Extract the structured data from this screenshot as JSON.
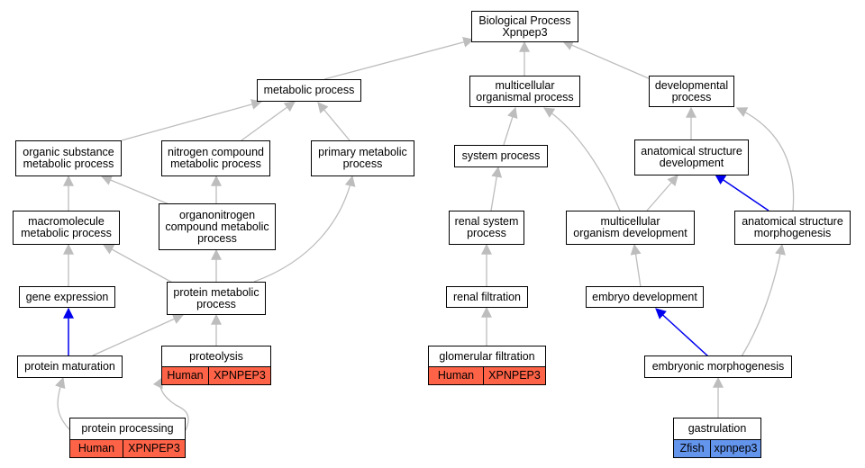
{
  "colors": {
    "edge": "#bdbdbd",
    "edge_highlight": "#0000ee",
    "human": "#ff6347",
    "zfish": "#6495ed"
  },
  "nodes": {
    "root": {
      "line1": "Biological Process",
      "line2": "Xpnpep3"
    },
    "metabolic_process": {
      "label": "metabolic process"
    },
    "multicellular_organismal_process": {
      "line1": "multicellular",
      "line2": "organismal process"
    },
    "developmental_process": {
      "line1": "developmental",
      "line2": "process"
    },
    "organic_substance_metabolic_process": {
      "line1": "organic substance",
      "line2": "metabolic process"
    },
    "nitrogen_compound_metabolic_process": {
      "line1": "nitrogen compound",
      "line2": "metabolic process"
    },
    "primary_metabolic_process": {
      "line1": "primary metabolic",
      "line2": "process"
    },
    "system_process": {
      "label": "system process"
    },
    "anatomical_structure_development": {
      "line1": "anatomical structure",
      "line2": "development"
    },
    "macromolecule_metabolic_process": {
      "line1": "macromolecule",
      "line2": "metabolic process"
    },
    "organonitrogen_compound_metabolic_process": {
      "line1": "organonitrogen",
      "line2": "compound metabolic",
      "line3": "process"
    },
    "renal_system_process": {
      "line1": "renal system",
      "line2": "process"
    },
    "multicellular_organism_development": {
      "line1": "multicellular",
      "line2": "organism development"
    },
    "anatomical_structure_morphogenesis": {
      "line1": "anatomical structure",
      "line2": "morphogenesis"
    },
    "gene_expression": {
      "label": "gene expression"
    },
    "protein_metabolic_process": {
      "line1": "protein metabolic",
      "line2": "process"
    },
    "renal_filtration": {
      "label": "renal filtration"
    },
    "embryo_development": {
      "label": "embryo development"
    },
    "protein_maturation": {
      "label": "protein maturation"
    },
    "proteolysis": {
      "label": "proteolysis",
      "species": "Human",
      "gene": "XPNPEP3"
    },
    "glomerular_filtration": {
      "label": "glomerular filtration",
      "species": "Human",
      "gene": "XPNPEP3"
    },
    "embryonic_morphogenesis": {
      "label": "embryonic morphogenesis"
    },
    "protein_processing": {
      "label": "protein processing",
      "species": "Human",
      "gene": "XPNPEP3"
    },
    "gastrulation": {
      "label": "gastrulation",
      "species": "Zfish",
      "gene": "xpnpep3"
    }
  }
}
